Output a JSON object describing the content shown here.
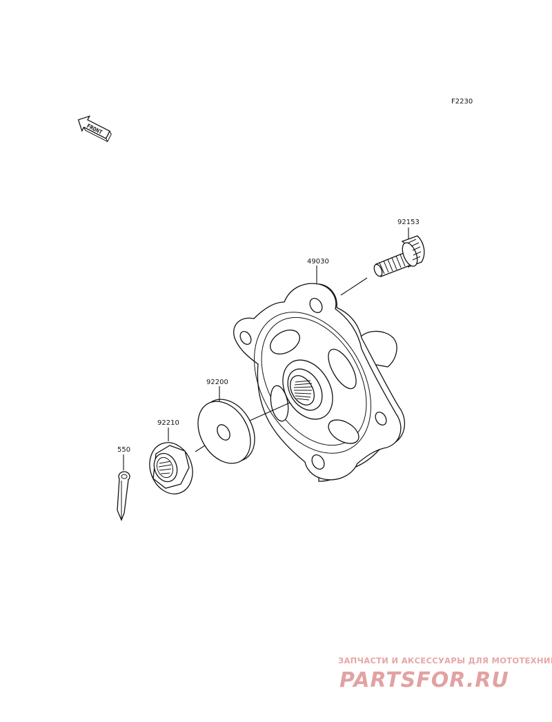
{
  "diagram": {
    "ref_code": "F2230",
    "front_marker": "FRONT",
    "parts": [
      {
        "number": "92153"
      },
      {
        "number": "49030"
      },
      {
        "number": "92200"
      },
      {
        "number": "92210"
      },
      {
        "number": "550"
      }
    ]
  },
  "watermark": {
    "tagline": "ЗАПЧАСТИ И АКСЕССУАРЫ ДЛЯ МОТОТЕХНИКИ",
    "brand": "PARTSFOR.RU",
    "color": "#e2a2a2"
  }
}
